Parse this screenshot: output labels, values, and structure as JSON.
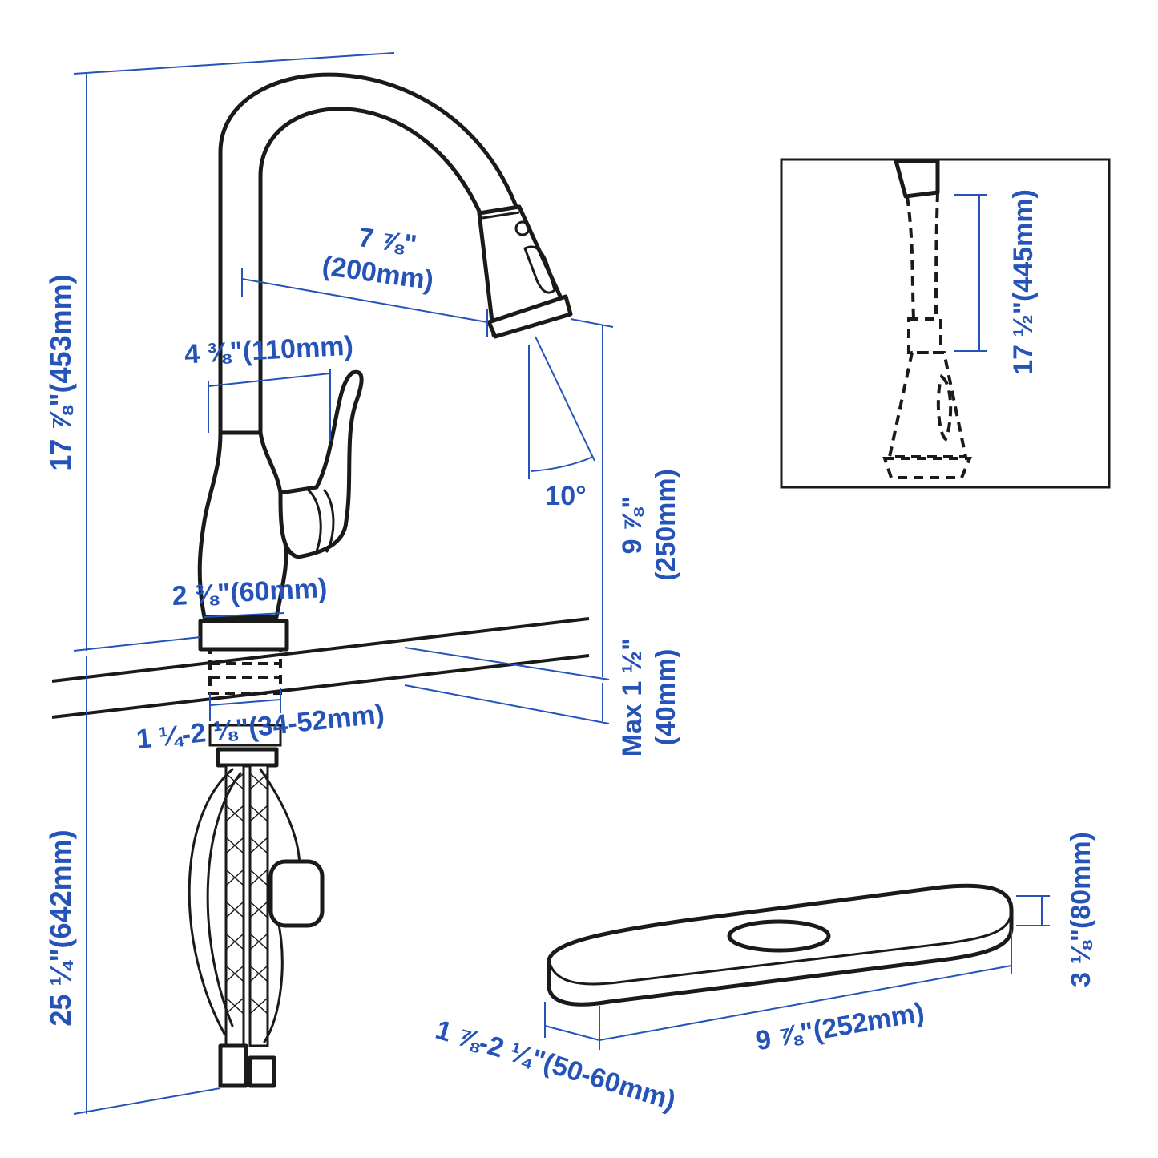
{
  "colors": {
    "dimension": "#2553b8",
    "outline": "#1a1a1a",
    "background": "#ffffff"
  },
  "labels": {
    "total_height": "17 ⅞\"(453mm)",
    "spout_reach": "7 ⅞\"",
    "spout_reach_mm": "(200mm)",
    "handle_offset": "4 ⅜\"(110mm)",
    "spray_angle": "10°",
    "spout_clearance": "9 ⅞\"",
    "spout_clearance_mm": "(250mm)",
    "base_diameter": "2 ⅜\"(60mm)",
    "deck_thickness": "Max 1 ½\"",
    "deck_thickness_mm": "(40mm)",
    "hole_diameter": "1 ¼-2 ⅛\"(34-52mm)",
    "hose_length": "25 ¼\"(642mm)",
    "pull_out_length": "17 ½\"(445mm)",
    "plate_width": "1 ⅞-2 ¼\"(50-60mm)",
    "plate_length": "9 ⅞\"(252mm)",
    "plate_height": "3 ⅛\"(80mm)"
  }
}
